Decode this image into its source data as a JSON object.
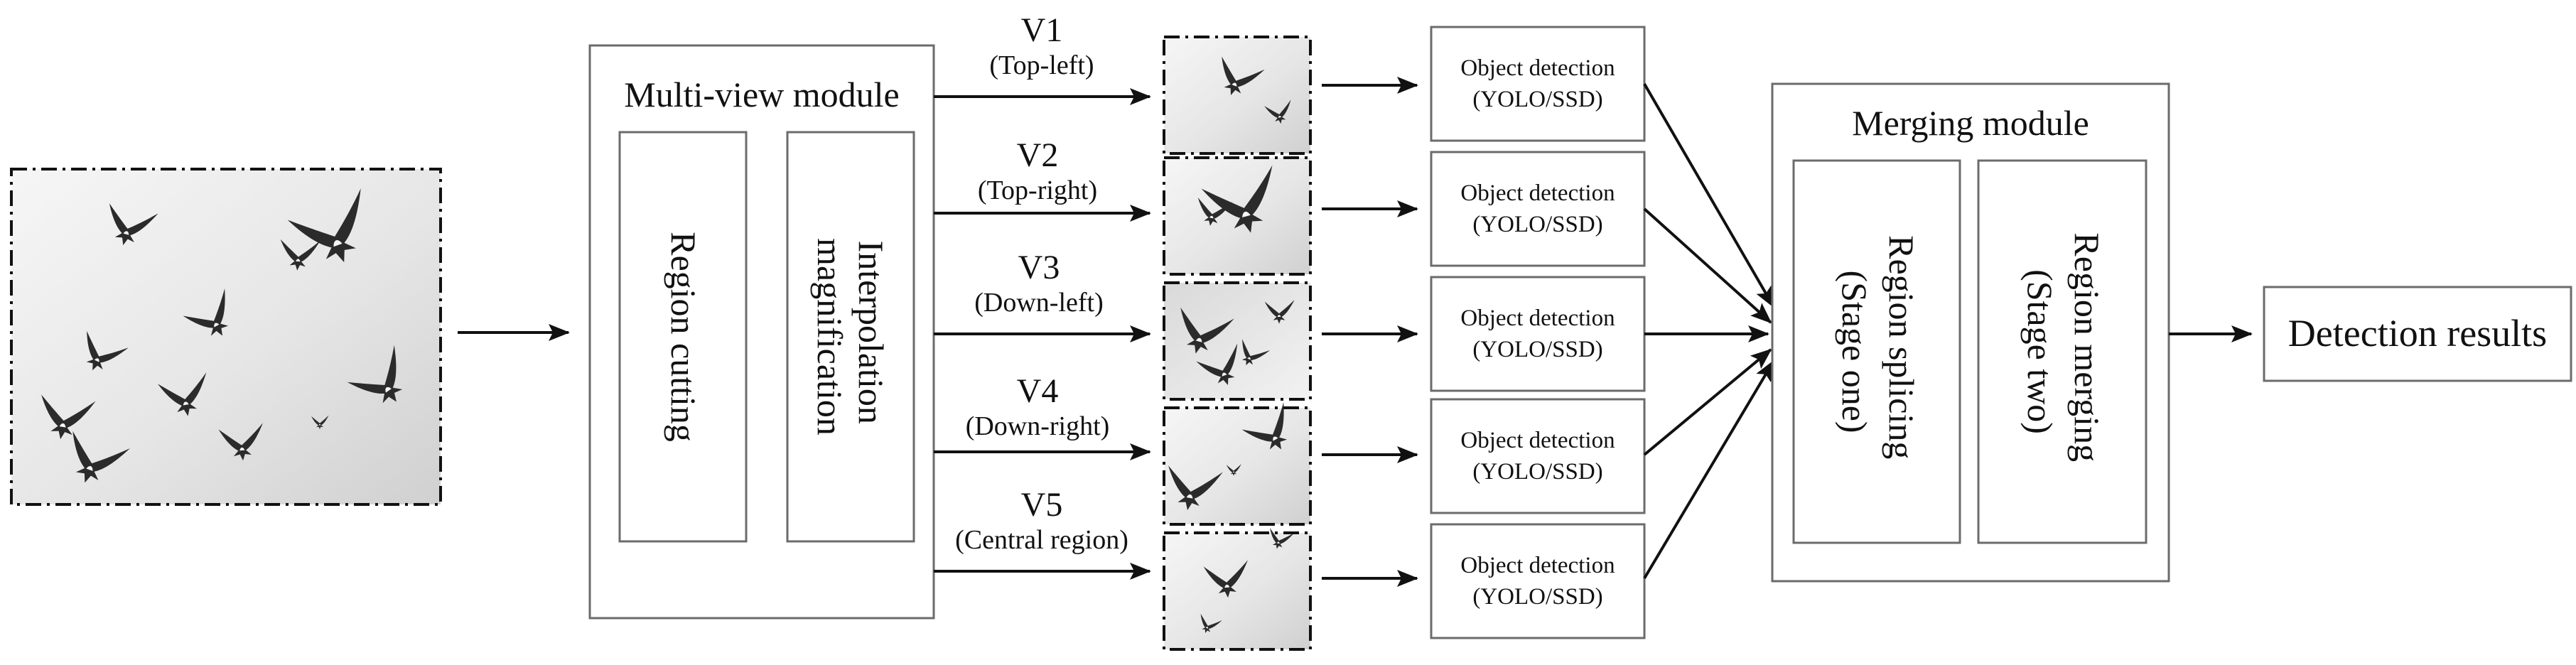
{
  "multi_view_module": {
    "title": "Multi-view module",
    "items": [
      "Region cutting",
      "Interpolation magnification"
    ],
    "item_lines": [
      [
        "Region cutting"
      ],
      [
        "Interpolation",
        "magnification"
      ]
    ]
  },
  "views": [
    {
      "id": "V1",
      "label": "(Top-left)"
    },
    {
      "id": "V2",
      "label": "(Top-right)"
    },
    {
      "id": "V3",
      "label": "(Down-left)"
    },
    {
      "id": "V4",
      "label": "(Down-right)"
    },
    {
      "id": "V5",
      "label": "(Central region)"
    }
  ],
  "detector": {
    "line1": "Object detection",
    "line2": "(YOLO/SSD)"
  },
  "merging_module": {
    "title": "Merging module",
    "stages": [
      {
        "name": "Region  splicing",
        "stage": "(Stage one)"
      },
      {
        "name": "Region merging",
        "stage": "(Stage two)"
      }
    ]
  },
  "output": {
    "label": "Detection results"
  },
  "colors": {
    "line": "#111111",
    "box_border": "#6b6b6b",
    "sky_light": "#f4f4f4",
    "sky_dark": "#c9c9c9",
    "bird": "#2b2b2b"
  }
}
